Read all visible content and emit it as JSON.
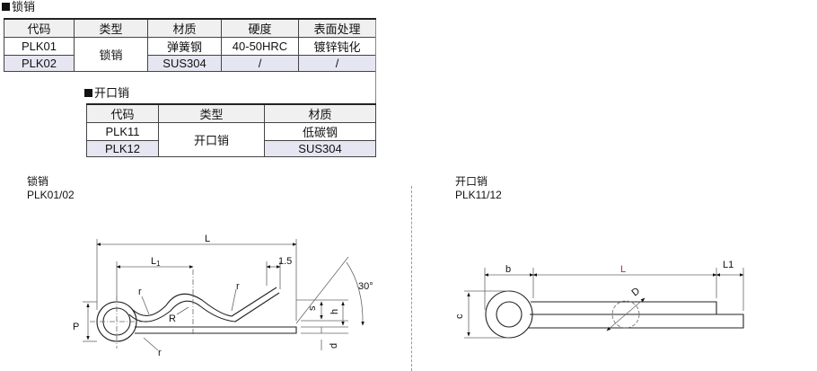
{
  "lock_pin": {
    "title": "锁销",
    "headers": [
      "代码",
      "类型",
      "材质",
      "硬度",
      "表面处理"
    ],
    "rows": [
      {
        "code": "PLK01",
        "type": "锁销",
        "material": "弹簧钢",
        "hardness": "40-50HRC",
        "surface": "镀锌钝化"
      },
      {
        "code": "PLK02",
        "type": "锁销",
        "material": "SUS304",
        "hardness": "/",
        "surface": "/"
      }
    ]
  },
  "cotter_pin": {
    "title": "开口销",
    "headers": [
      "代码",
      "类型",
      "材质"
    ],
    "rows": [
      {
        "code": "PLK11",
        "type": "开口销",
        "material": "低碳钢"
      },
      {
        "code": "PLK12",
        "type": "开口销",
        "material": "SUS304"
      }
    ]
  },
  "diagram_left": {
    "caption_name": "锁销",
    "caption_code": "PLK01/02",
    "labels": {
      "L": "L",
      "L1": "L",
      "L1_sub": "1",
      "d15": "1.5",
      "angle": "30°",
      "r": "r",
      "R": "R",
      "P": "P",
      "s": "s",
      "h": "h",
      "d": "d"
    }
  },
  "diagram_right": {
    "caption_name": "开口销",
    "caption_code": "PLK11/12",
    "labels": {
      "b": "b",
      "L": "L",
      "L1": "L1",
      "D": "D",
      "c": "c"
    },
    "accent_color": "#d0201a"
  }
}
